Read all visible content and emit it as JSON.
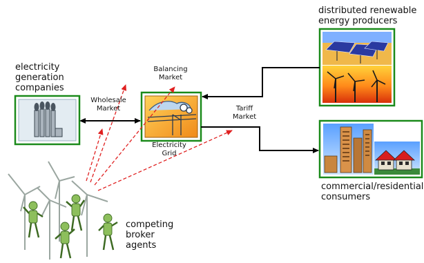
{
  "labels": {
    "generation": [
      "electricity",
      "generation",
      "companies"
    ],
    "renewable": [
      "distributed renewable",
      "energy producers"
    ],
    "consumers": [
      "commercial/residential",
      "consumers"
    ],
    "brokers": [
      "competing",
      "broker",
      "agents"
    ],
    "wholesale": [
      "Wholesale",
      "Market"
    ],
    "balancing": [
      "Balancing",
      "Market"
    ],
    "tariff": [
      "Tariff",
      "Market"
    ],
    "grid": [
      "Electricity",
      "Grid"
    ]
  },
  "colors": {
    "box_border": "#1a8a1a",
    "arrow_solid": "#000000",
    "arrow_dashed": "#e02020",
    "grid_fill": "#f4a23a",
    "agent_body": "#8dbf5c",
    "turbine": "#9aa6a0"
  },
  "icons": {
    "generation": "factory-smokestacks-icon",
    "grid": "power-line-grid-icon",
    "renewable_top": "solar-panels-icon",
    "renewable_bottom": "wind-turbines-sunset-icon",
    "consumers": "city-houses-icon",
    "agents": "robot-windmill-agents-icon"
  }
}
